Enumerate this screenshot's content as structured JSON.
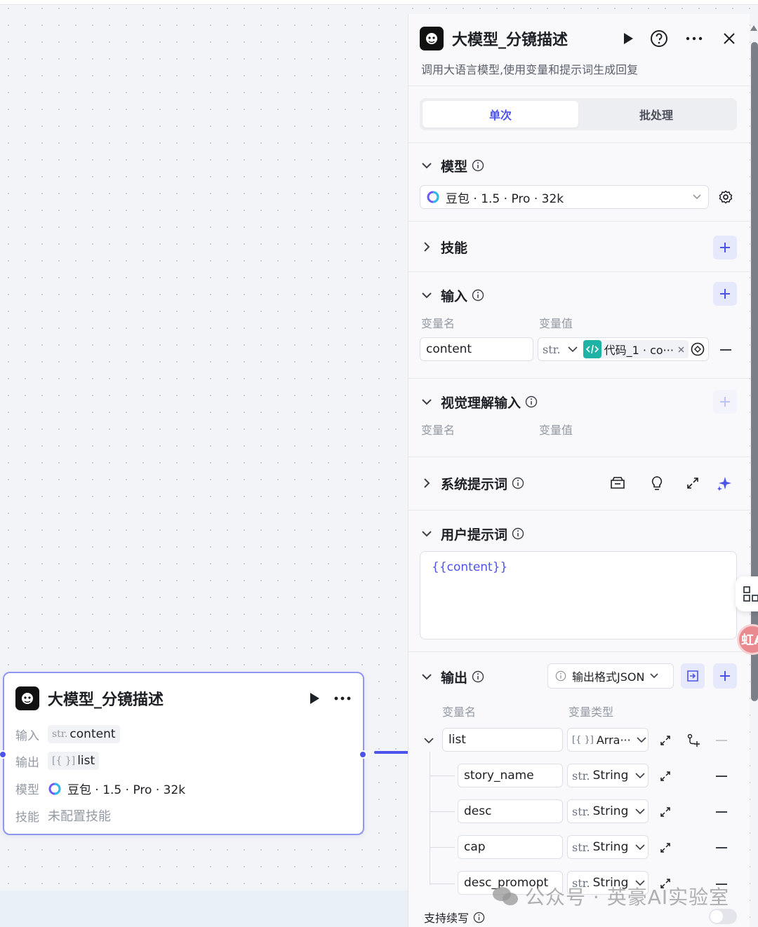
{
  "node": {
    "title": "大模型_分镜描述",
    "input_label": "输入",
    "input_type": "str.",
    "input_value": "content",
    "output_label": "输出",
    "output_type": "[{ }]",
    "output_value": "list",
    "model_label": "模型",
    "model_value": "豆包 · 1.5 · Pro · 32k",
    "skills_label": "技能",
    "skills_value": "未配置技能"
  },
  "panel": {
    "title": "大模型_分镜描述",
    "description": "调用大语言模型,使用变量和提示词生成回复",
    "tabs": [
      "单次",
      "批处理"
    ],
    "model_section": {
      "title": "模型",
      "value": "豆包 · 1.5 · Pro · 32k"
    },
    "skills_section": {
      "title": "技能"
    },
    "input_section": {
      "title": "输入",
      "col_name": "变量名",
      "col_value": "变量值",
      "var_name": "content",
      "var_type": "str.",
      "ref_label": "代码_1 · co···"
    },
    "vision_section": {
      "title": "视觉理解输入",
      "col_name": "变量名",
      "col_value": "变量值"
    },
    "system_prompt": {
      "title": "系统提示词"
    },
    "user_prompt": {
      "title": "用户提示词",
      "value": "{{content}}"
    },
    "output_section": {
      "title": "输出",
      "format_label": "输出格式JSON",
      "col_name": "变量名",
      "col_type": "变量类型",
      "rows": [
        {
          "name": "list",
          "type_prefix": "[{ }]",
          "type": "Arra···"
        },
        {
          "name": "story_name",
          "type_prefix": "str.",
          "type": "String"
        },
        {
          "name": "desc",
          "type_prefix": "str.",
          "type": "String"
        },
        {
          "name": "cap",
          "type_prefix": "str.",
          "type": "String"
        },
        {
          "name": "desc_promopt",
          "type_prefix": "str.",
          "type": "String"
        }
      ]
    },
    "stream_label": "支持续写"
  },
  "watermark": "公众号 · 英豪AI实验室",
  "float_badge": "虹A",
  "colors": {
    "accent": "#4d53e8",
    "node_border": "#8f96ef",
    "teal": "#1fb3a5"
  }
}
